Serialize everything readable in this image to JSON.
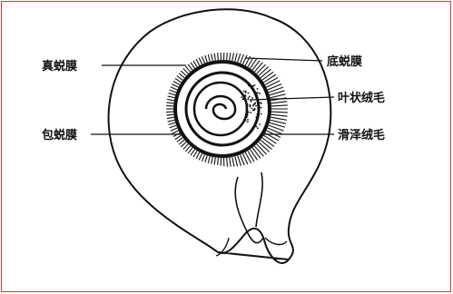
{
  "labels": {
    "true_decidua": "真蜕膜",
    "basal_decidua": "底蜕膜",
    "chorion_frondosum": "叶状绒毛",
    "capsular_decidua": "包蜕膜",
    "chorion_laeve": "滑泽绒毛"
  },
  "colors": {
    "ink": "#111111",
    "frame": "#c83a3a",
    "background": "#ffffff"
  }
}
